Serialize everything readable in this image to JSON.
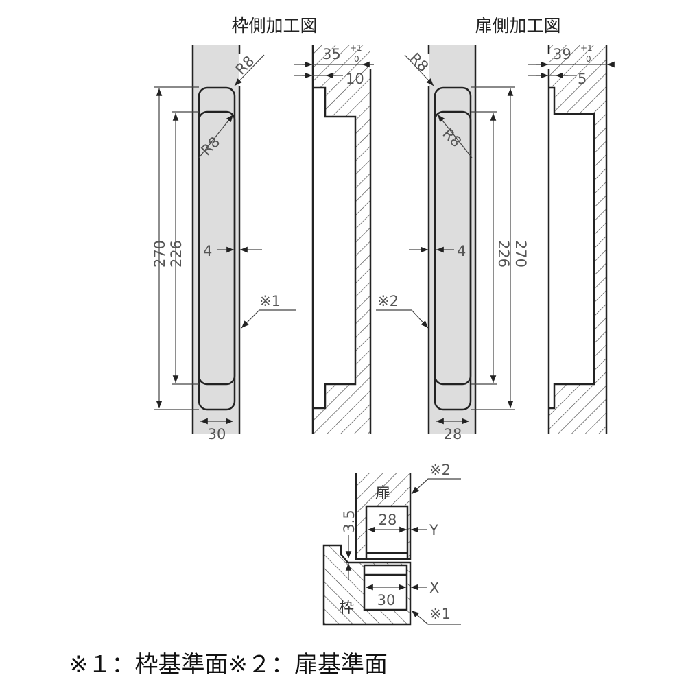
{
  "titles": {
    "frame_side": "枠側加工図",
    "door_side": "扉側加工図"
  },
  "frame_view": {
    "radius_top": "R8",
    "radius_inner": "R8",
    "dim_270": "270",
    "dim_226": "226",
    "dim_4": "4",
    "ref_mark": "※1",
    "dim_width": "30",
    "section": {
      "dim_35": "35",
      "tol_plus": "+1",
      "tol_zero": "0",
      "dim_10": "10"
    }
  },
  "door_view": {
    "radius_top": "R8",
    "radius_inner": "R8",
    "dim_270": "270",
    "dim_226": "226",
    "dim_4": "4",
    "ref_mark": "※2",
    "dim_width": "28",
    "section": {
      "dim_39": "39",
      "tol_plus": "+1",
      "tol_zero": "0",
      "dim_5": "5"
    }
  },
  "assembly": {
    "door_label": "扉",
    "frame_label": "枠",
    "dim_35": "3.5",
    "dim_28": "28",
    "dim_30": "30",
    "label_y": "Y",
    "label_x": "X",
    "ref2": "※2",
    "ref1": "※1"
  },
  "caption": "※１：枠基準面※２：扉基準面"
}
